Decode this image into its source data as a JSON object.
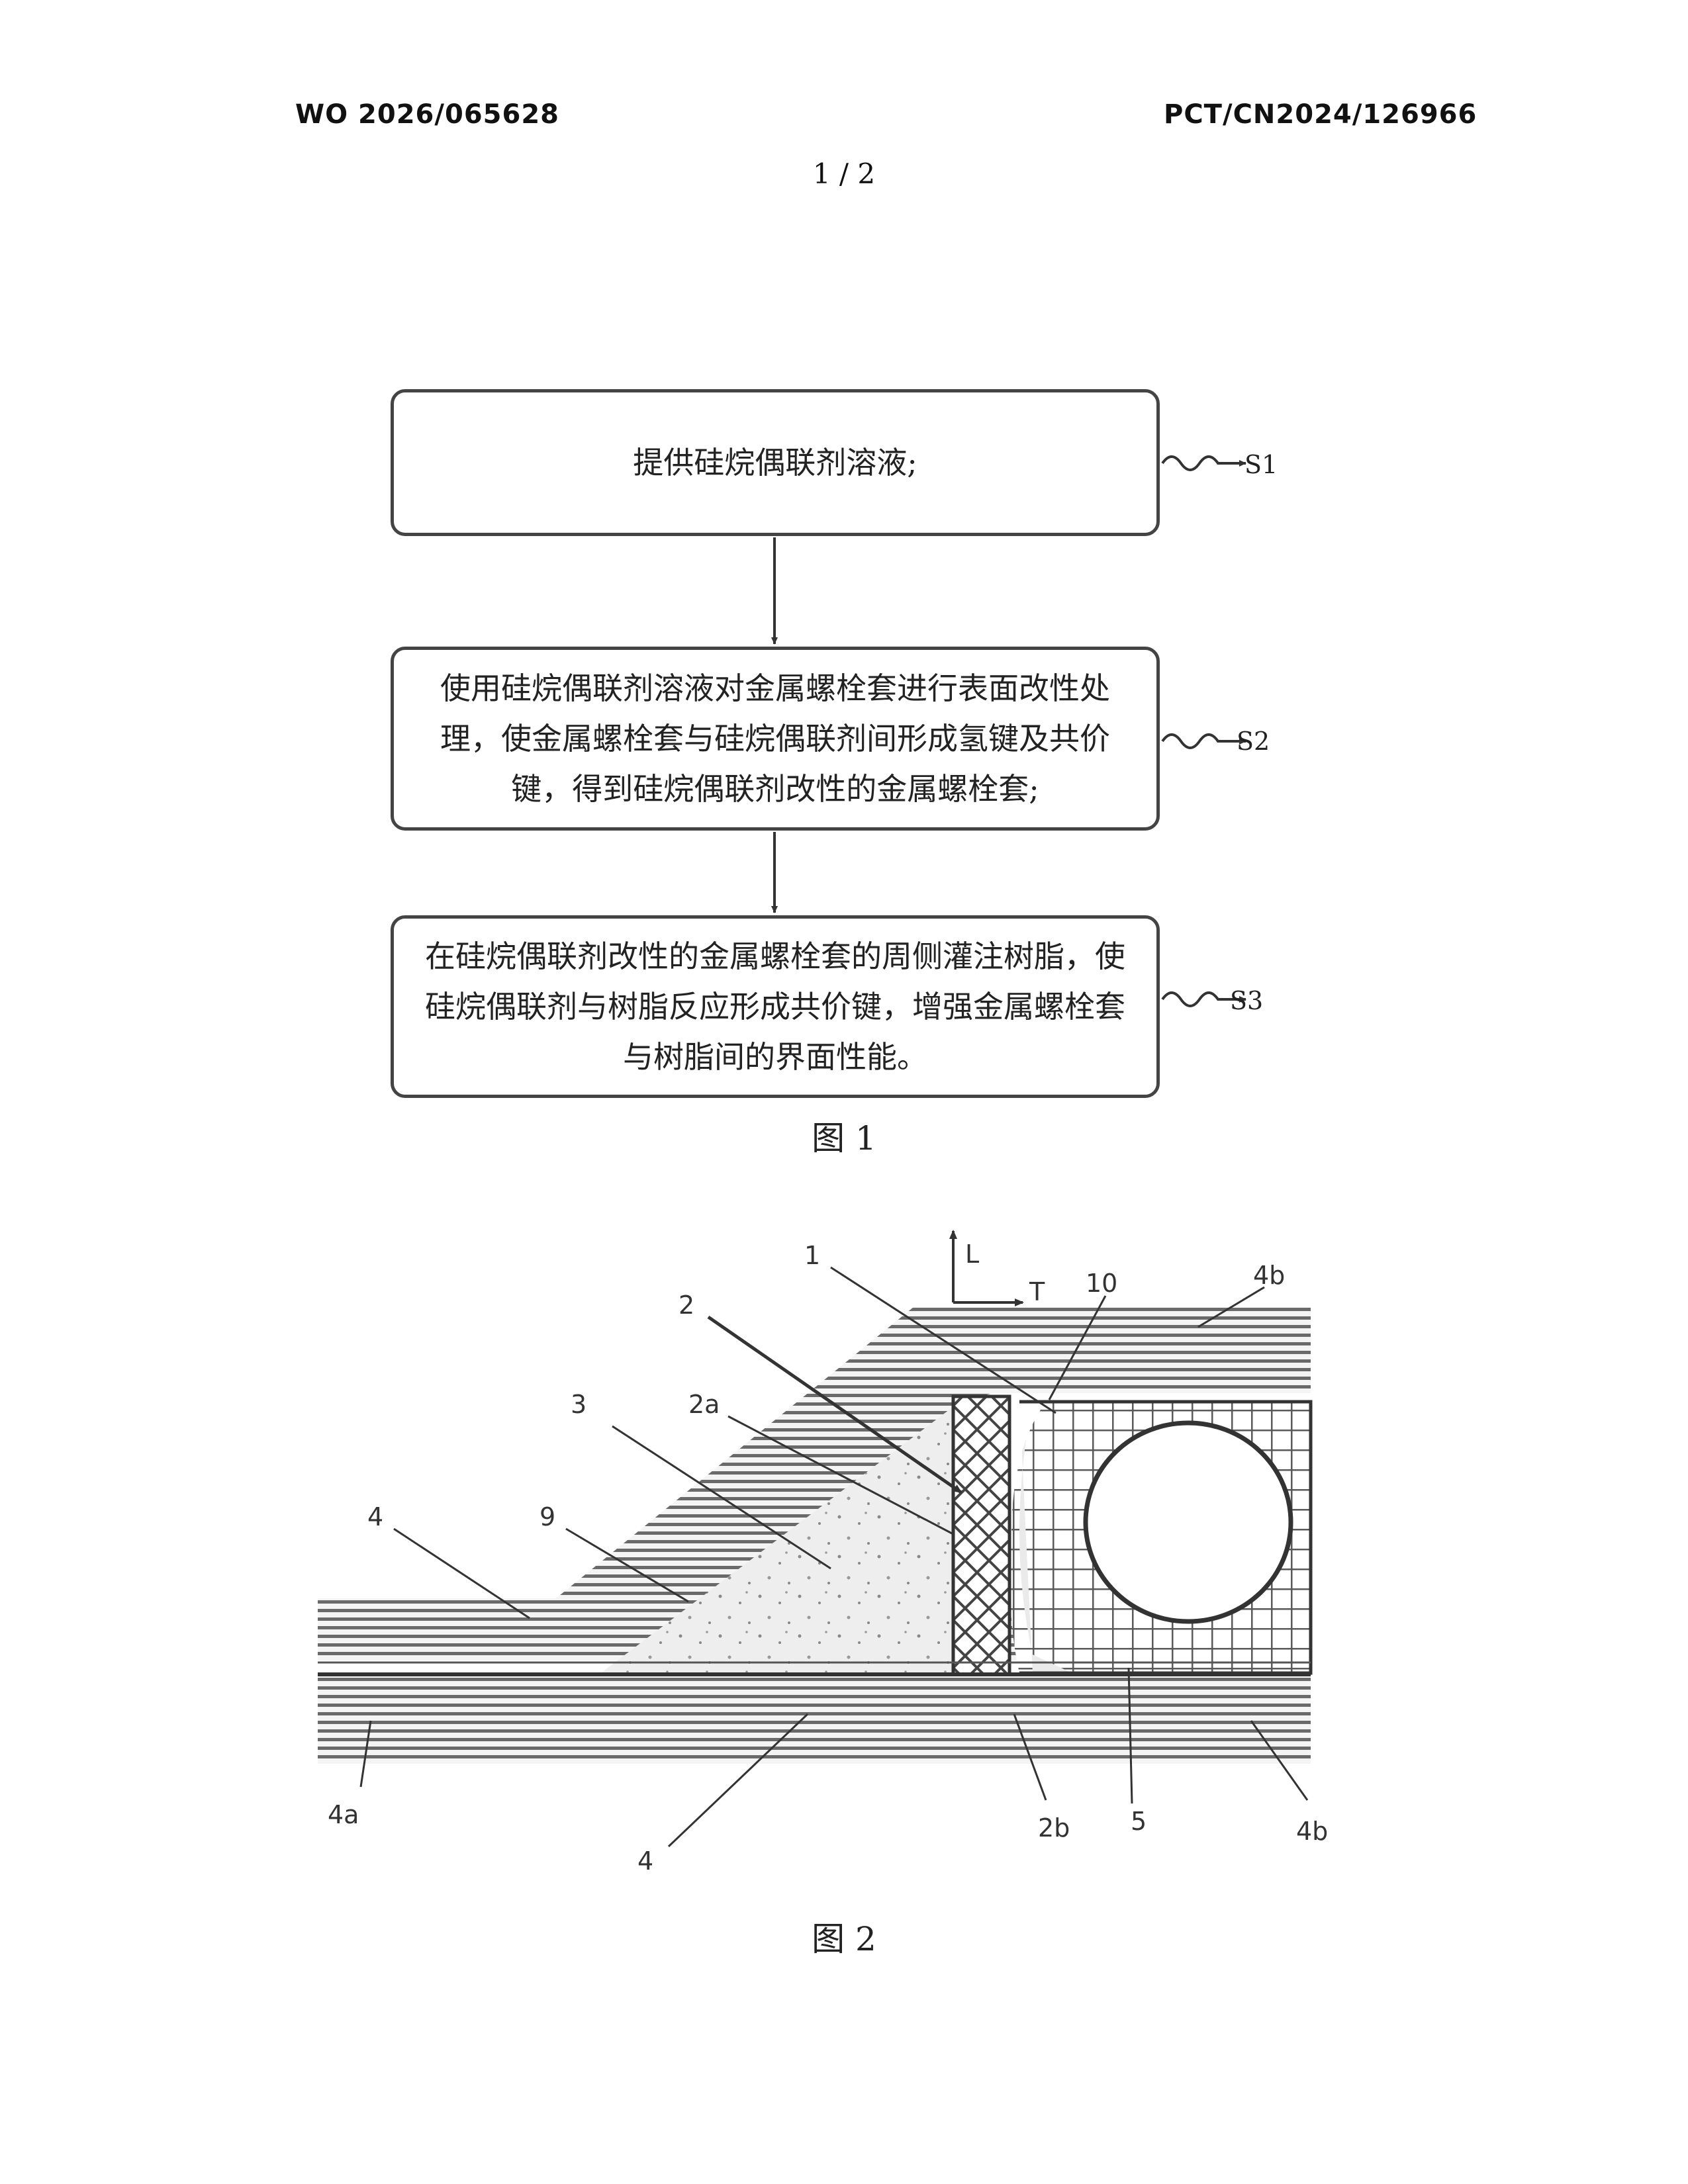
{
  "header": {
    "publication_number": "WO 2026/065628",
    "application_number": "PCT/CN2024/126966"
  },
  "page_number": "1 / 2",
  "figure1": {
    "caption": "图 1",
    "steps": [
      {
        "label": "S1",
        "text": "提供硅烷偶联剂溶液;"
      },
      {
        "label": "S2",
        "text": "使用硅烷偶联剂溶液对金属螺栓套进行表面改性处理，使金属螺栓套与硅烷偶联剂间形成氢键及共价键，得到硅烷偶联剂改性的金属螺栓套;"
      },
      {
        "label": "S3",
        "text": "在硅烷偶联剂改性的金属螺栓套的周侧灌注树脂，使硅烷偶联剂与树脂反应形成共价键，增强金属螺栓套与树脂间的界面性能。"
      }
    ]
  },
  "figure2": {
    "caption": "图 2",
    "axis_labels": {
      "longitudinal": "L",
      "transverse": "T"
    },
    "callouts": [
      "1",
      "2",
      "2a",
      "2b",
      "3",
      "4",
      "4",
      "4a",
      "4b",
      "4b",
      "5",
      "9",
      "10"
    ]
  }
}
